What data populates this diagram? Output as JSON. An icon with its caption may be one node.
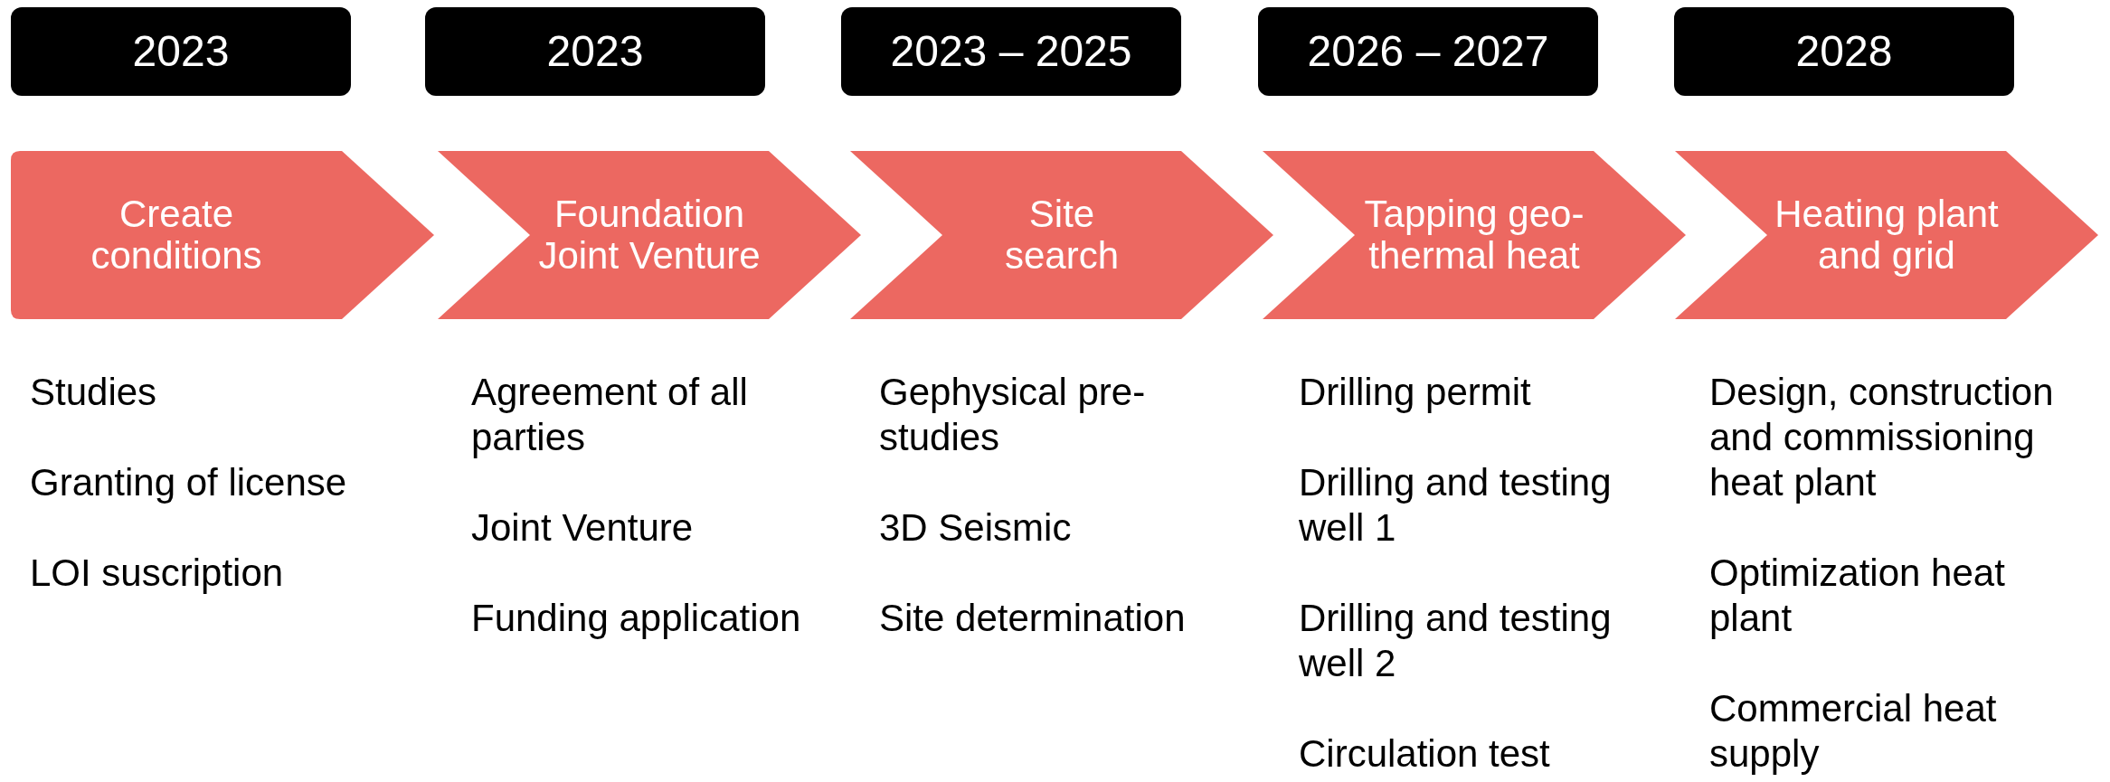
{
  "diagram": {
    "nodes": [
      {
        "text": [
          "2023"
        ]
      },
      {
        "text": [
          "Create conditions"
        ],
        "beside": [
          "Studies",
          "Granting of license",
          "LOI suscription"
        ]
      },
      {
        "text": [
          "2023"
        ]
      },
      {
        "text": [
          "Foundation Joint Venture"
        ],
        "beside": [
          "Agreement of all parties",
          "Joint Venture",
          "Funding application"
        ]
      },
      {
        "text": [
          "2023 – 2025"
        ]
      },
      {
        "text": [
          "Site search"
        ],
        "beside": [
          "Gephysical pre- studies",
          "3D Seismic",
          "Site determination"
        ]
      },
      {
        "text": [
          "2026 – 2027"
        ]
      },
      {
        "text": [
          "Tapping geo- thermal heat"
        ],
        "beside": [
          "Drilling permit",
          "Drilling and testing well 1",
          "Drilling and testing well 2",
          "Circulation test"
        ]
      },
      {
        "text": [
          "2028"
        ]
      },
      {
        "text": [
          "Heating plant and grid"
        ],
        "beside": [
          "Design, construction and commissioning heat plant",
          "Optimization heat plant",
          "Commercial heat supply"
        ]
      }
    ]
  }
}
